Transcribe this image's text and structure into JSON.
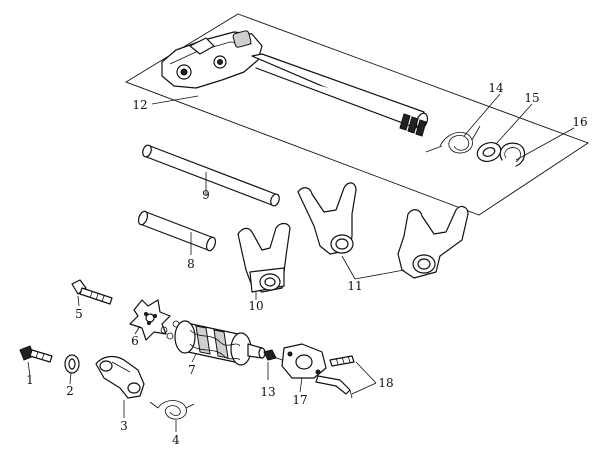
{
  "diagram": {
    "callouts": [
      "1",
      "2",
      "3",
      "4",
      "5",
      "6",
      "7",
      "8",
      "9",
      "10",
      "11",
      "12",
      "13",
      "14",
      "15",
      "16",
      "17",
      "18"
    ]
  },
  "colors": {
    "line": "#111111",
    "background": "#ffffff",
    "shade": "#cfcfcf"
  }
}
